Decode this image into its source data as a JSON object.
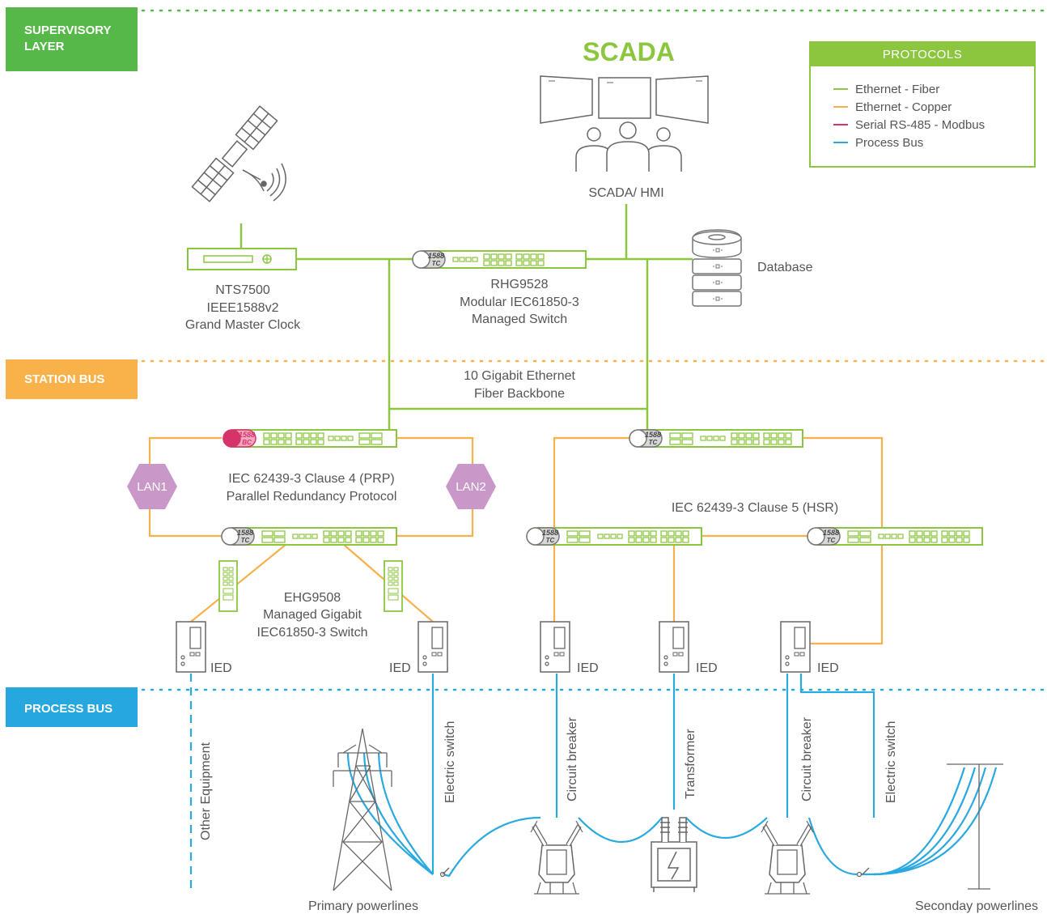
{
  "layers": {
    "supervisory": "SUPERVISORY\nLAYER",
    "station": "STATION BUS",
    "process": "PROCESS BUS"
  },
  "scada": {
    "title": "SCADA",
    "caption": "SCADA/ HMI"
  },
  "database": "Database",
  "clock": [
    "NTS7500",
    "IEEE1588v2",
    "Grand Master Clock"
  ],
  "core_switch": [
    "RHG9528",
    "Modular IEC61850-3",
    "Managed Switch"
  ],
  "backbone": [
    "10 Gigabit Ethernet",
    "Fiber Backbone"
  ],
  "prp": [
    "IEC 62439-3 Clause 4 (PRP)",
    "Parallel Redundancy Protocol"
  ],
  "hsr": "IEC 62439-3 Clause 5 (HSR)",
  "lan1": "LAN1",
  "lan2": "LAN2",
  "ehg": [
    "EHG9508",
    "Managed Gigabit",
    "IEC61850-3 Switch"
  ],
  "ied": "IED",
  "switch_badges": {
    "tc_num": "1588",
    "tc": "TC",
    "bc": "BC"
  },
  "equipment": {
    "other": "Other Equipment",
    "electric_switch": "Electric switch",
    "circuit_breaker": "Circuit breaker",
    "transformer": "Transformer"
  },
  "powerlines": {
    "primary": "Primary powerlines",
    "secondary": "Seconday powerlines"
  },
  "legend": {
    "title": "PROTOCOLS",
    "items": [
      {
        "label": "Ethernet - Fiber",
        "color": "#8cc63f"
      },
      {
        "label": "Ethernet - Copper",
        "color": "#f7b14c"
      },
      {
        "label": "Serial RS-485 - Modbus",
        "color": "#d7336b"
      },
      {
        "label": "Process Bus",
        "color": "#29a9e0"
      }
    ]
  },
  "colors": {
    "supervisory": "#55b848",
    "station": "#f9b14a",
    "process": "#26a8df",
    "fiber": "#8cc63f",
    "copper": "#f7b14c",
    "lan": "#c997c8"
  }
}
